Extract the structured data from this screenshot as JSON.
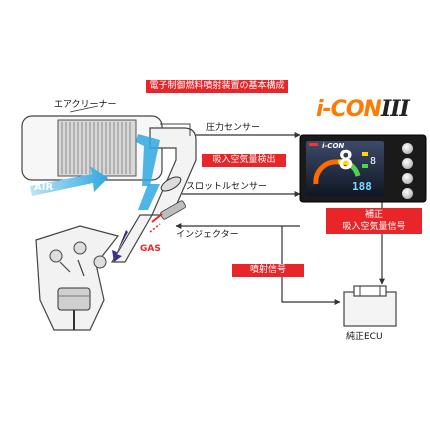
{
  "title": "電子制御燃料噴射装置の基本構成",
  "logo": {
    "text": "i-CON",
    "suffix": "III"
  },
  "labels": {
    "air_cleaner": "エアクリーナー",
    "air": "AIR",
    "gas": "GAS",
    "pressure_sensor": "圧力センサー",
    "throttle_sensor": "スロットルセンサー",
    "injector": "インジェクター",
    "intake_air_detect": "吸入空気量検出",
    "correction_line1": "補正",
    "correction_line2": "吸入空気量信号",
    "injection_signal": "噴射信号",
    "stock_ecu": "純正ECU"
  },
  "device": {
    "screen_big": "8",
    "screen_small": "8",
    "screen_digits": "188",
    "screen_logo": "i-CON"
  },
  "colors": {
    "red": "#e8262a",
    "air_blue": "#2fa8e0",
    "device_dark": "#1a1a1a"
  }
}
